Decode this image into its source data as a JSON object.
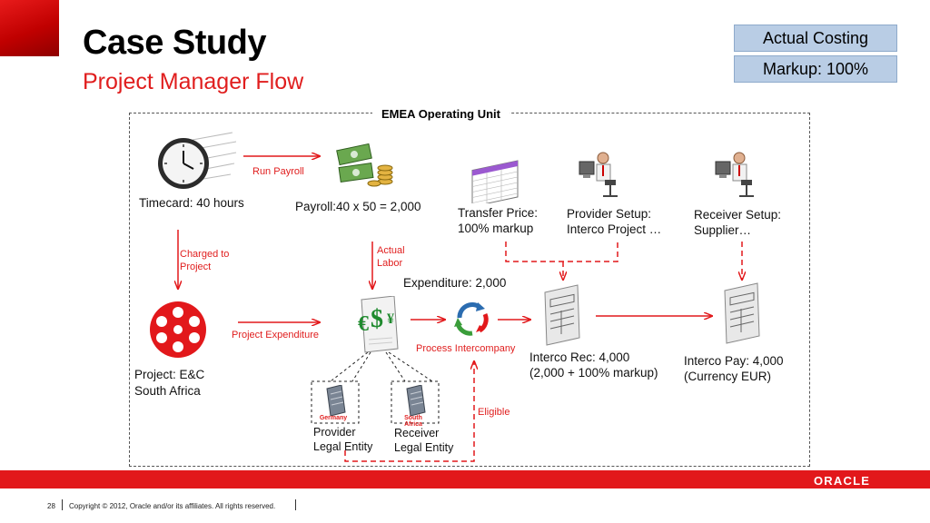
{
  "header": {
    "title": "Case Study",
    "subtitle": "Project Manager Flow"
  },
  "badges": {
    "costing": "Actual Costing",
    "markup": "Markup: 100%"
  },
  "diagram": {
    "frame_title": "EMEA Operating Unit",
    "timecard": "Timecard: 40 hours",
    "run_payroll": "Run Payroll",
    "payroll": "Payroll:40 x 50 = 2,000",
    "transfer_price_line1": "Transfer Price:",
    "transfer_price_line2": "100% markup",
    "provider_setup_line1": "Provider Setup:",
    "provider_setup_line2": "Interco Project …",
    "receiver_setup_line1": "Receiver Setup:",
    "receiver_setup_line2": "Supplier…",
    "charged_line1": "Charged to",
    "charged_line2": "Project",
    "actual_labor_line1": "Actual",
    "actual_labor_line2": "Labor",
    "expenditure": "Expenditure: 2,000",
    "project_expenditure": "Project Expenditure",
    "process_intercompany": "Process Intercompany",
    "project_line1": "Project: E&C",
    "project_line2": "South Africa",
    "interco_rec_line1": "Interco Rec: 4,000",
    "interco_rec_line2": "(2,000 + 100% markup)",
    "interco_pay_line1": "Interco Pay: 4,000",
    "interco_pay_line2": "(Currency EUR)",
    "eligible": "Eligible",
    "germany": "Germany",
    "south_africa": "South Africa",
    "provider_entity_line1": "Provider",
    "provider_entity_line2": "Legal Entity",
    "receiver_entity_line1": "Receiver",
    "receiver_entity_line2": "Legal Entity"
  },
  "footer": {
    "page": "28",
    "copyright": "Copyright © 2012, Oracle and/or its affiliates. All rights reserved.",
    "brand": "ORACLE"
  },
  "colors": {
    "accent": "#e2181b",
    "badge_bg": "#b9cde5"
  }
}
